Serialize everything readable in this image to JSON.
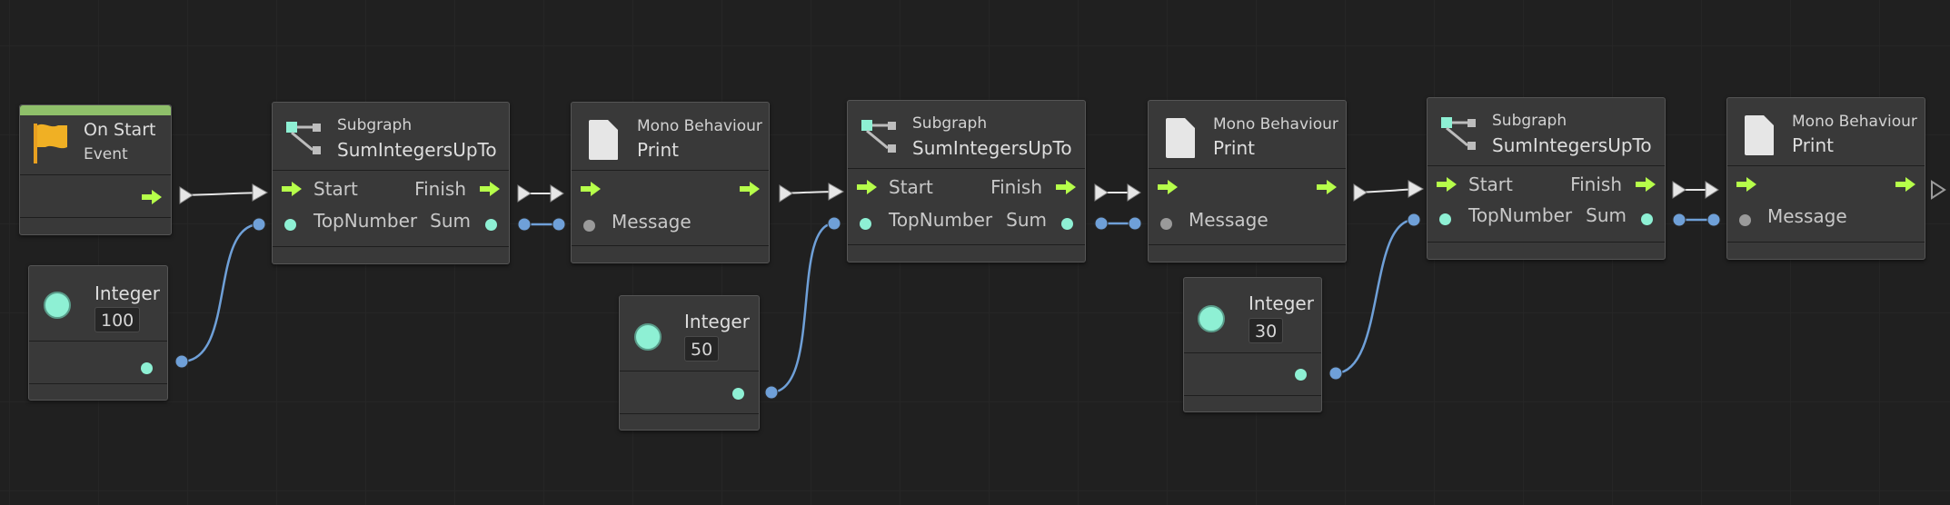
{
  "colors": {
    "flow": "#b6ff4a",
    "data_port": "#8ef0d4",
    "wire": "#6fa0d8",
    "gray_port": "#9a9a9a",
    "event_bar": "#8fc06a"
  },
  "on_start": {
    "title": "On Start",
    "subtitle": "Event",
    "icon": "flag-icon"
  },
  "subgraph": {
    "label": "Subgraph",
    "name": "SumIntegersUpTo",
    "start": "Start",
    "finish": "Finish",
    "top_number": "TopNumber",
    "sum": "Sum",
    "icon": "subgraph-icon"
  },
  "print_node": {
    "label": "Mono Behaviour",
    "name": "Print",
    "message": "Message",
    "icon": "document-icon"
  },
  "integer_nodes": [
    {
      "title": "Integer",
      "value": "100"
    },
    {
      "title": "Integer",
      "value": "50"
    },
    {
      "title": "Integer",
      "value": "30"
    }
  ]
}
